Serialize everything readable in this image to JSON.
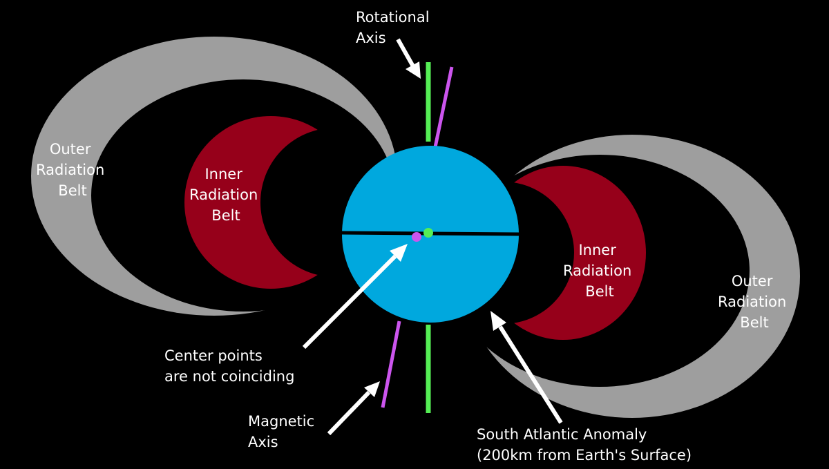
{
  "colors": {
    "background": "#000000",
    "outer_belt": "#9e9e9e",
    "inner_belt": "#96001a",
    "earth": "#00a8de",
    "rotational_axis": "#55ee55",
    "magnetic_axis": "#cc55ee",
    "equator": "#000000",
    "arrow": "#ffffff",
    "text": "#ffffff"
  },
  "labels": {
    "rotational_axis": {
      "line1": "Rotational",
      "line2": "Axis"
    },
    "magnetic_axis": {
      "line1": "Magnetic",
      "line2": "Axis"
    },
    "outer_belt_left": {
      "line1": "Outer",
      "line2": "Radiation",
      "line3": "Belt"
    },
    "inner_belt_left": {
      "line1": "Inner",
      "line2": "Radiation",
      "line3": "Belt"
    },
    "inner_belt_right": {
      "line1": "Inner",
      "line2": "Radiation",
      "line3": "Belt"
    },
    "outer_belt_right": {
      "line1": "Outer",
      "line2": "Radiation",
      "line3": "Belt"
    },
    "center_points": {
      "line1": "Center points",
      "line2": "are not coinciding"
    },
    "south_atlantic": {
      "line1": "South Atlantic Anomaly",
      "line2": "(200km from Earth's Surface)"
    }
  }
}
